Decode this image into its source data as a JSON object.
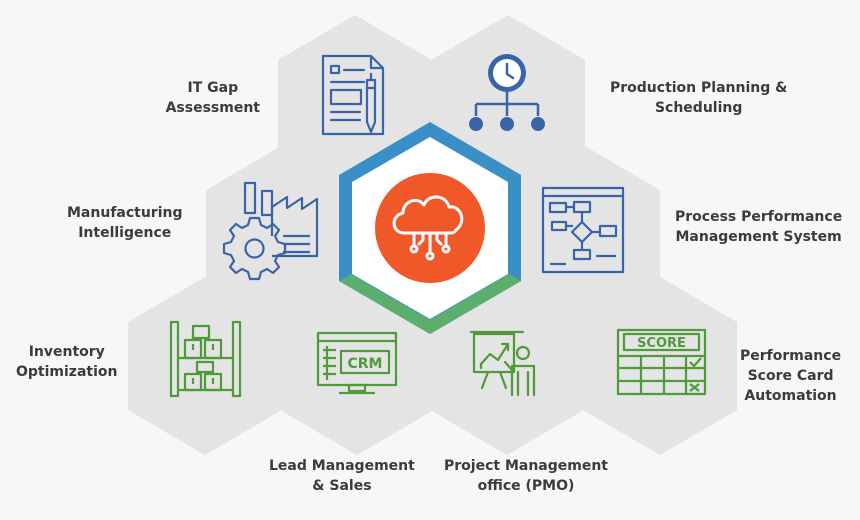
{
  "colors": {
    "hex_fill": "#e4e4e4",
    "blue_icon": "#3a64a8",
    "green_icon": "#4f9a3a",
    "center_orange": "#f0582a",
    "ring_blue": "#3a8fc7",
    "ring_green": "#5cae6d",
    "text": "#3b3b3b"
  },
  "center": {
    "icon": "cloud-network-icon"
  },
  "tiles": [
    {
      "id": "it-gap",
      "icon": "document-pen-icon",
      "lines": [
        "IT Gap",
        "Assessment"
      ]
    },
    {
      "id": "production-planning",
      "icon": "clock-hierarchy-icon",
      "lines": [
        "Production Planning &",
        "Scheduling"
      ]
    },
    {
      "id": "manufacturing-intelligence",
      "icon": "factory-gear-icon",
      "lines": [
        "Manufacturing",
        "Intelligence"
      ]
    },
    {
      "id": "process-performance",
      "icon": "flowchart-board-icon",
      "lines": [
        "Process Performance",
        "Management System"
      ]
    },
    {
      "id": "inventory",
      "icon": "warehouse-shelves-icon",
      "lines": [
        "Inventory",
        "Optimization"
      ]
    },
    {
      "id": "lead-management",
      "icon": "crm-monitor-icon",
      "crm_text": "CRM",
      "lines": [
        "Lead Management",
        "& Sales"
      ]
    },
    {
      "id": "pmo",
      "icon": "presentation-person-icon",
      "lines": [
        "Project Management",
        "office (PMO)"
      ]
    },
    {
      "id": "scorecard",
      "icon": "scorecard-icon",
      "score_text": "SCORE",
      "lines": [
        "Performance",
        "Score Card",
        "Automation"
      ]
    }
  ]
}
